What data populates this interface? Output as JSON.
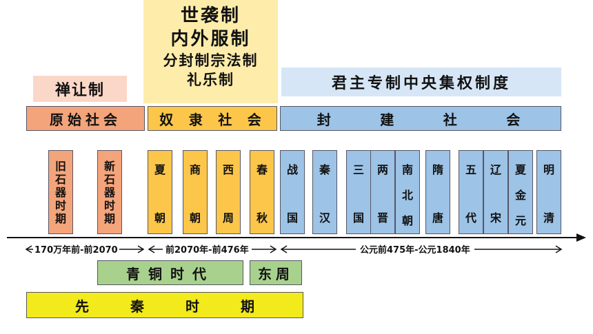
{
  "systems": {
    "shanrang": "禅让制",
    "slave_lines": [
      "世袭制",
      "内外服制",
      "分封制宗法制",
      "礼乐制"
    ],
    "feudal": "君主专制中央集权制度"
  },
  "societies": {
    "primitive": "原始社会",
    "slave": [
      "奴",
      "隶",
      "社",
      "会"
    ],
    "feudal": [
      "封",
      "建",
      "社",
      "会"
    ]
  },
  "periods": [
    {
      "id": "old-stone",
      "chars": [
        "旧",
        "石",
        "器",
        "时",
        "期"
      ]
    },
    {
      "id": "new-stone",
      "chars": [
        "新",
        "石",
        "器",
        "时",
        "期"
      ]
    },
    {
      "id": "xia",
      "chars": [
        "夏",
        "朝"
      ]
    },
    {
      "id": "shang",
      "chars": [
        "商",
        "朝"
      ]
    },
    {
      "id": "western-zhou",
      "chars": [
        "西",
        "周"
      ]
    },
    {
      "id": "spring-autumn",
      "chars": [
        "春",
        "秋"
      ]
    },
    {
      "id": "warring-states",
      "chars": [
        "战",
        "国"
      ]
    },
    {
      "id": "qin-han",
      "chars": [
        "秦",
        "汉"
      ]
    },
    {
      "id": "three-kingdoms",
      "chars": [
        "三",
        "国"
      ]
    },
    {
      "id": "two-jin",
      "chars": [
        "两",
        "晋"
      ]
    },
    {
      "id": "southern-northern",
      "chars": [
        "南",
        "北",
        "朝"
      ]
    },
    {
      "id": "sui-tang",
      "chars": [
        "隋",
        "唐"
      ]
    },
    {
      "id": "five-dynasties",
      "chars": [
        "五",
        "代"
      ]
    },
    {
      "id": "liao-song",
      "chars": [
        "辽",
        "宋"
      ]
    },
    {
      "id": "xia-jin-yuan",
      "chars": [
        "夏",
        "金",
        "元"
      ]
    },
    {
      "id": "ming-qing",
      "chars": [
        "明",
        "清"
      ]
    }
  ],
  "timeline": {
    "range1": "170万年前-前2070",
    "range2": "前2070年-前476年",
    "range3": "公元前475年-公元1840年"
  },
  "bottom": {
    "bronze_age": "青铜时代",
    "eastern_zhou": "东周",
    "pre_qin": [
      "先",
      "秦",
      "时",
      "期"
    ]
  }
}
